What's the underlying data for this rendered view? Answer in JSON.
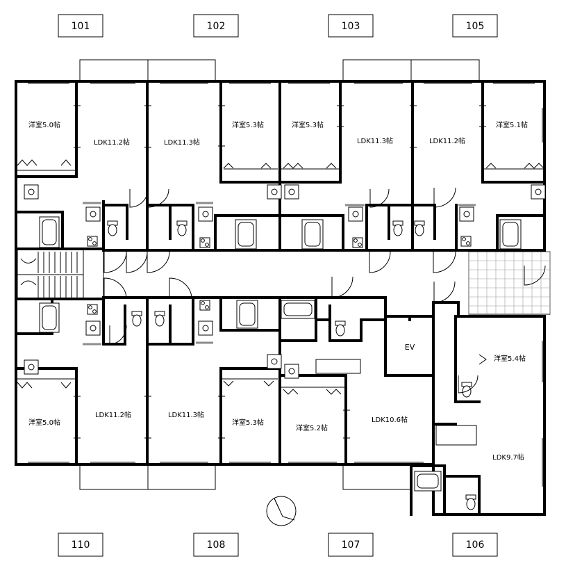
{
  "units": {
    "u101": "101",
    "u102": "102",
    "u103": "103",
    "u105": "105",
    "u110": "110",
    "u108": "108",
    "u107": "107",
    "u106": "106"
  },
  "rooms": {
    "r101_yoshitsu": "洋室5.0帖",
    "r101_ldk": "LDK11.2帖",
    "r102_ldk": "LDK11.3帖",
    "r102_yoshitsu": "洋室5.3帖",
    "r103_yoshitsu": "洋室5.3帖",
    "r103_ldk": "LDK11.3帖",
    "r105_ldk": "LDK11.2帖",
    "r105_yoshitsu": "洋室5.1帖",
    "r110_yoshitsu": "洋室5.0帖",
    "r110_ldk": "LDK11.2帖",
    "r108_ldk": "LDK11.3帖",
    "r108_yoshitsu": "洋室5.3帖",
    "r107_yoshitsu": "洋室5.2帖",
    "r107_ldk": "LDK10.6帖",
    "r106_yoshitsu": "洋室5.4帖",
    "r106_ldk": "LDK9.7帖",
    "ev": "EV"
  },
  "icons": {
    "compass": "north-arrow-icon",
    "stairs": "stairs-icon",
    "bathtub": "bathtub-icon",
    "toilet": "toilet-icon",
    "sink": "sink-icon",
    "stove": "stove-icon",
    "door": "door-swing-icon"
  }
}
